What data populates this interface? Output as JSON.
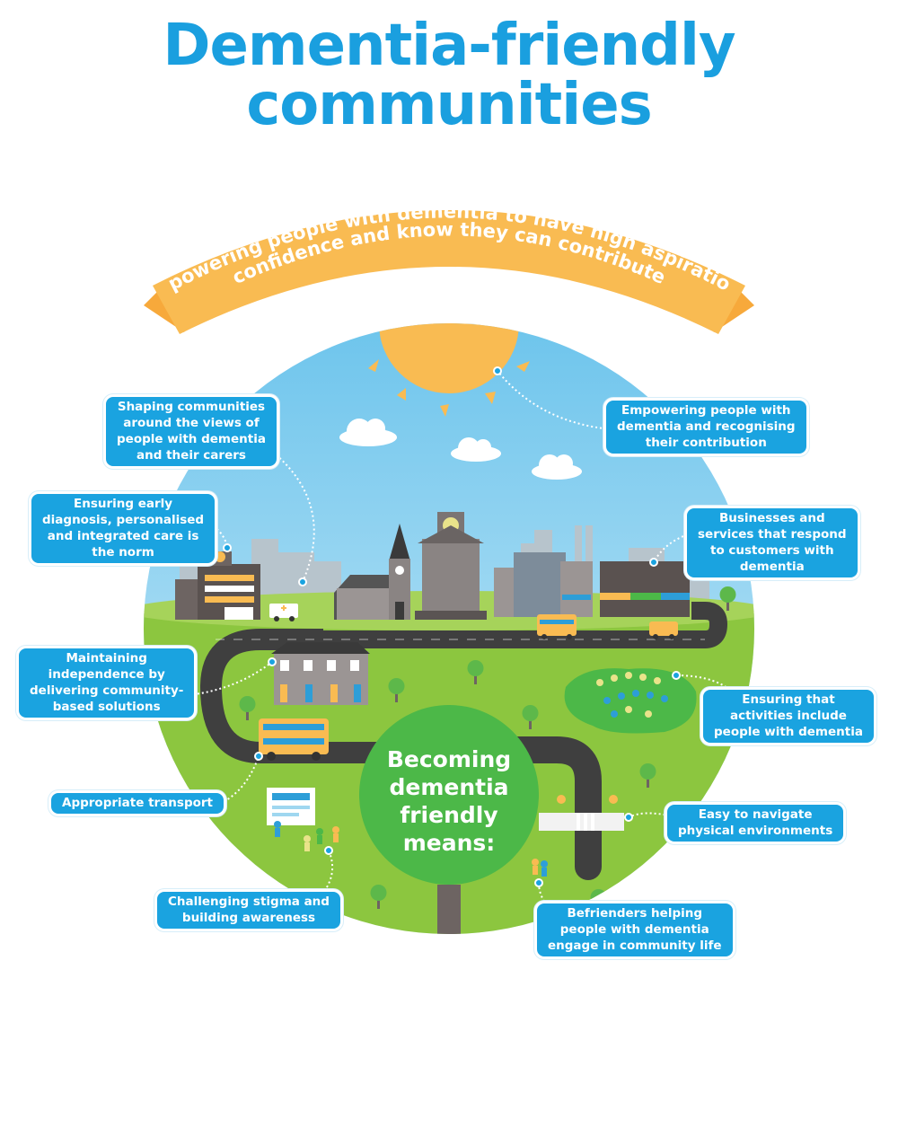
{
  "title": {
    "line1": "Dementia-friendly",
    "line2": "communities"
  },
  "banner": {
    "line1": "Empowering people with dementia to have high aspirations,",
    "line2": "confidence and know they can contribute"
  },
  "center": {
    "line1": "Becoming",
    "line2": "dementia",
    "line3": "friendly",
    "line4": "means:"
  },
  "labels": {
    "shaping": [
      "Shaping communities",
      "around the views of",
      "people with dementia",
      "and their carers"
    ],
    "diagnosis": [
      "Ensuring early",
      "diagnosis, personalised",
      "and integrated care is",
      "the norm"
    ],
    "independence": [
      "Maintaining",
      "independence by",
      "delivering community-",
      "based solutions"
    ],
    "transport": [
      "Appropriate transport"
    ],
    "stigma": [
      "Challenging stigma and",
      "building awareness"
    ],
    "empowering": [
      "Empowering people with",
      "dementia and recognising",
      "their contribution"
    ],
    "businesses": [
      "Businesses and",
      "services that respond",
      "to customers with",
      "dementia"
    ],
    "activities": [
      "Ensuring that",
      "activities include",
      "people with dementia"
    ],
    "navigate": [
      "Easy to navigate",
      "physical environments"
    ],
    "befrienders": [
      "Befrienders helping",
      "people with dementia",
      "engage in community life"
    ]
  },
  "colors": {
    "title": "#1a9fdf",
    "label_bg": "#1aa3e0",
    "banner": "#f9bb52",
    "sun": "#f9bb52",
    "sky": "#a9dcf2",
    "grass": "#8cc63f",
    "center_circle": "#4cb848",
    "road": "#3f3f3f"
  }
}
